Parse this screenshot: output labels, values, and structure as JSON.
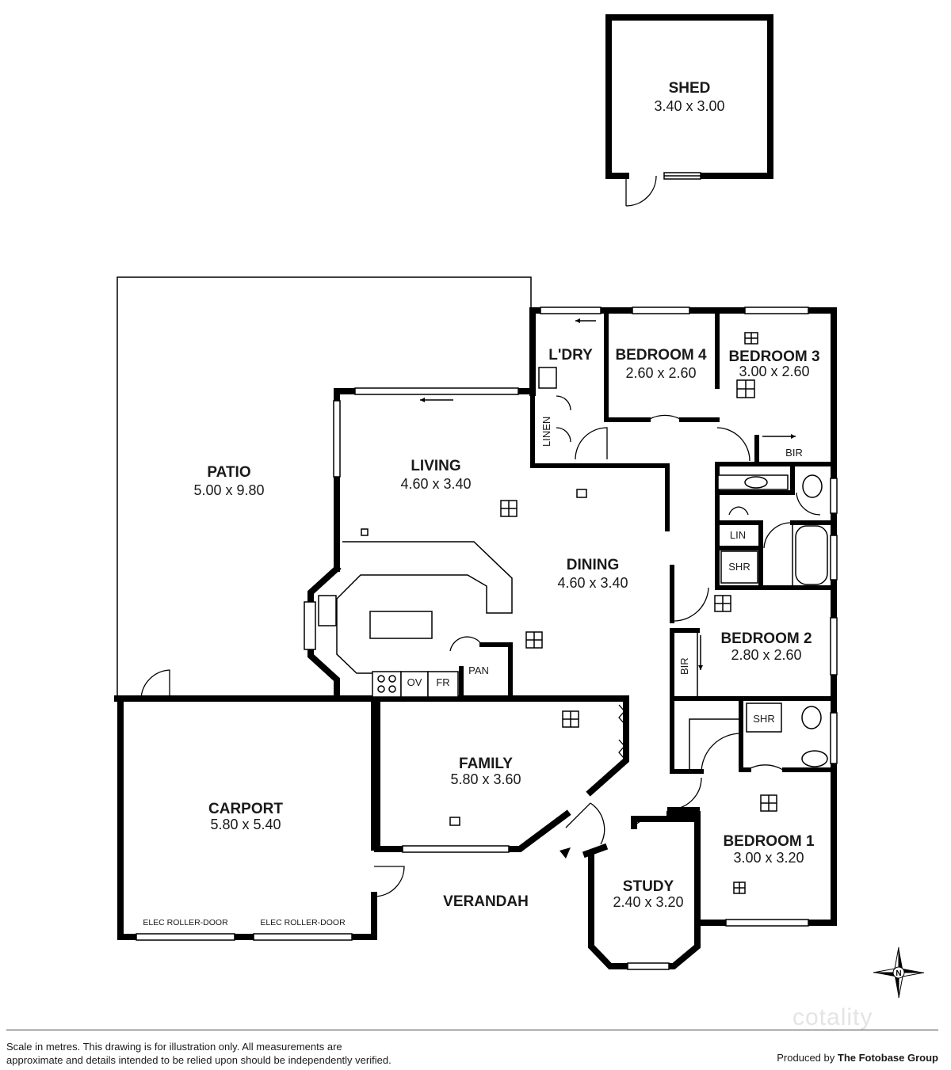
{
  "rooms": {
    "shed": {
      "name": "SHED",
      "dims": "3.40 x 3.00"
    },
    "patio": {
      "name": "PATIO",
      "dims": "5.00 x 9.80"
    },
    "laundry": {
      "name": "L'DRY"
    },
    "bedroom4": {
      "name": "BEDROOM 4",
      "dims": "2.60 x 2.60"
    },
    "bedroom3": {
      "name": "BEDROOM 3",
      "dims": "3.00 x 2.60"
    },
    "living": {
      "name": "LIVING",
      "dims": "4.60 x 3.40"
    },
    "dining": {
      "name": "DINING",
      "dims": "4.60 x 3.40"
    },
    "bedroom2": {
      "name": "BEDROOM 2",
      "dims": "2.80 x 2.60"
    },
    "family": {
      "name": "FAMILY",
      "dims": "5.80 x 3.60"
    },
    "carport": {
      "name": "CARPORT",
      "dims": "5.80 x 5.40"
    },
    "bedroom1": {
      "name": "BEDROOM 1",
      "dims": "3.00 x 3.20"
    },
    "study": {
      "name": "STUDY",
      "dims": "2.40 x 3.20"
    },
    "verandah": {
      "name": "VERANDAH"
    }
  },
  "fixtures": {
    "linen": "LINEN",
    "bir_bed3": "BIR",
    "lin": "LIN",
    "shr_main": "SHR",
    "bir_bed2": "BIR",
    "shr_ensuite": "SHR",
    "ov": "OV",
    "fr": "FR",
    "pan": "PAN",
    "roller_door_1": "ELEC ROLLER-DOOR",
    "roller_door_2": "ELEC ROLLER-DOOR"
  },
  "compass": {
    "north_label": "N"
  },
  "footer": {
    "disclaimer_line1": "Scale in metres. This drawing is for illustration only. All measurements are",
    "disclaimer_line2": "approximate and details intended to be relied upon should be independently verified.",
    "produced_by_prefix": "Produced by",
    "produced_by_company": "The Fotobase Group",
    "brand_watermark": "cotality"
  }
}
